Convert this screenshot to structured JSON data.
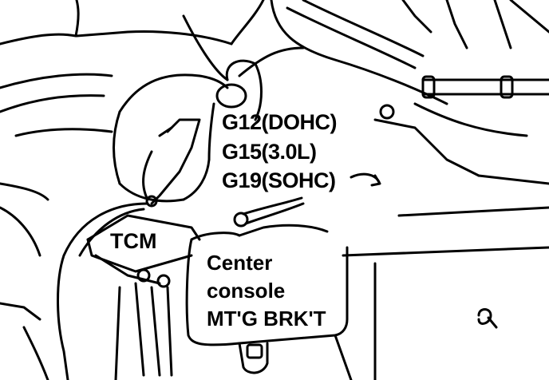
{
  "labels": {
    "ground_points": [
      "G12(DOHC)",
      "G15(3.0L)",
      "G19(SOHC)"
    ],
    "module": "TCM",
    "bracket": [
      "Center",
      "console",
      "MT'G BRK'T"
    ]
  },
  "colors": {
    "ink": "#000000",
    "paper": "#ffffff"
  }
}
